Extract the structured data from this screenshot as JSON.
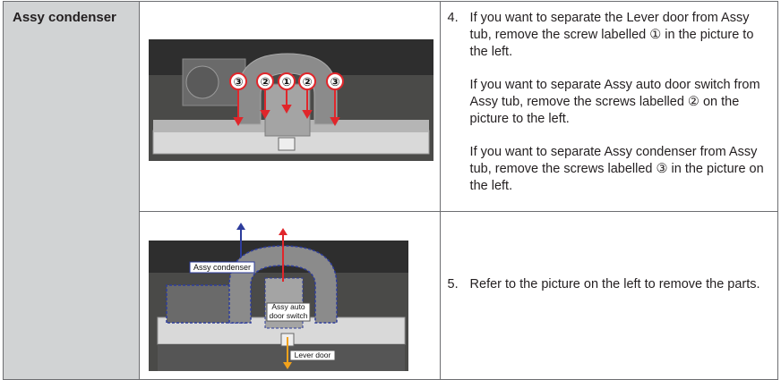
{
  "part": {
    "name": "Assy condenser"
  },
  "steps": [
    {
      "number": "4.",
      "paragraphs": [
        "If you want to separate the Lever door from Assy tub, remove the screw labelled ① in the picture to the left.",
        "If you want to separate Assy auto door switch from Assy tub, remove the screws labelled ② on the picture to the left.",
        "If you want to separate Assy condenser from Assy tub, remove the screws labelled ③ in the picture on the left."
      ],
      "photo_labels": [
        "③",
        "②",
        "①",
        "②",
        "③"
      ]
    },
    {
      "number": "5.",
      "paragraphs": [
        "Refer to the picture on the left to remove the parts."
      ],
      "photo_labels": [
        "Assy condenser",
        "Assy auto door switch",
        "Lever door"
      ]
    }
  ],
  "colors": {
    "marker_red": "#e0262b",
    "outline_blue": "#2d3c9c",
    "arrow_orange": "#f2a21b",
    "header_gray": "#d1d3d4"
  }
}
